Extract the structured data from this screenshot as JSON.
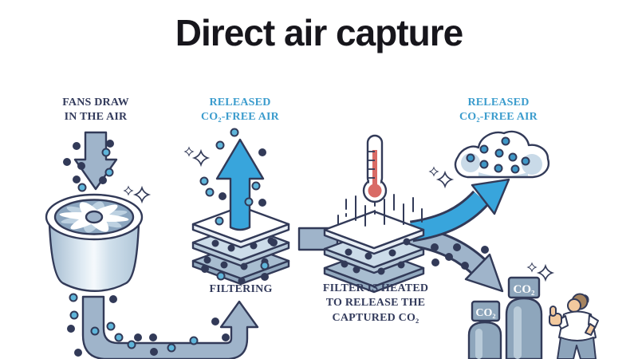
{
  "title": "Direct air capture",
  "stages": {
    "fans": {
      "label": "FANS DRAW\nIN THE AIR"
    },
    "released_left": {
      "label": "RELEASED\nCO₂-FREE AIR"
    },
    "filtering": {
      "label": "FILTERING"
    },
    "heated": {
      "label": "FILTER IS HEATED\nTO RELEASE THE\nCAPTURED CO₂"
    },
    "released_right": {
      "label": "RELEASED\nCO₂-FREE AIR"
    }
  },
  "tanks": {
    "small_label": "CO₂",
    "large_label": "CO₂"
  },
  "colors": {
    "outline_navy": "#323a58",
    "accent_blue": "#38a5dc",
    "label_blue": "#3b9ccd",
    "label_navy": "#333b5c",
    "pipe_gray": "#9fb4ca",
    "thermometer_red": "#d96b66",
    "tank_gray": "#8ea6bc",
    "title_black": "#17161c"
  },
  "illustration_components": [
    "fan-unit",
    "intake-arrow",
    "air-pipe",
    "filter-stack",
    "co2-free-air-arrow",
    "thermometer",
    "heated-filter-stack",
    "released-air-arrow",
    "co2-transport-arrow",
    "cloud",
    "co2-cylinders",
    "person-thumbs-up",
    "sparkles",
    "air-particles"
  ]
}
